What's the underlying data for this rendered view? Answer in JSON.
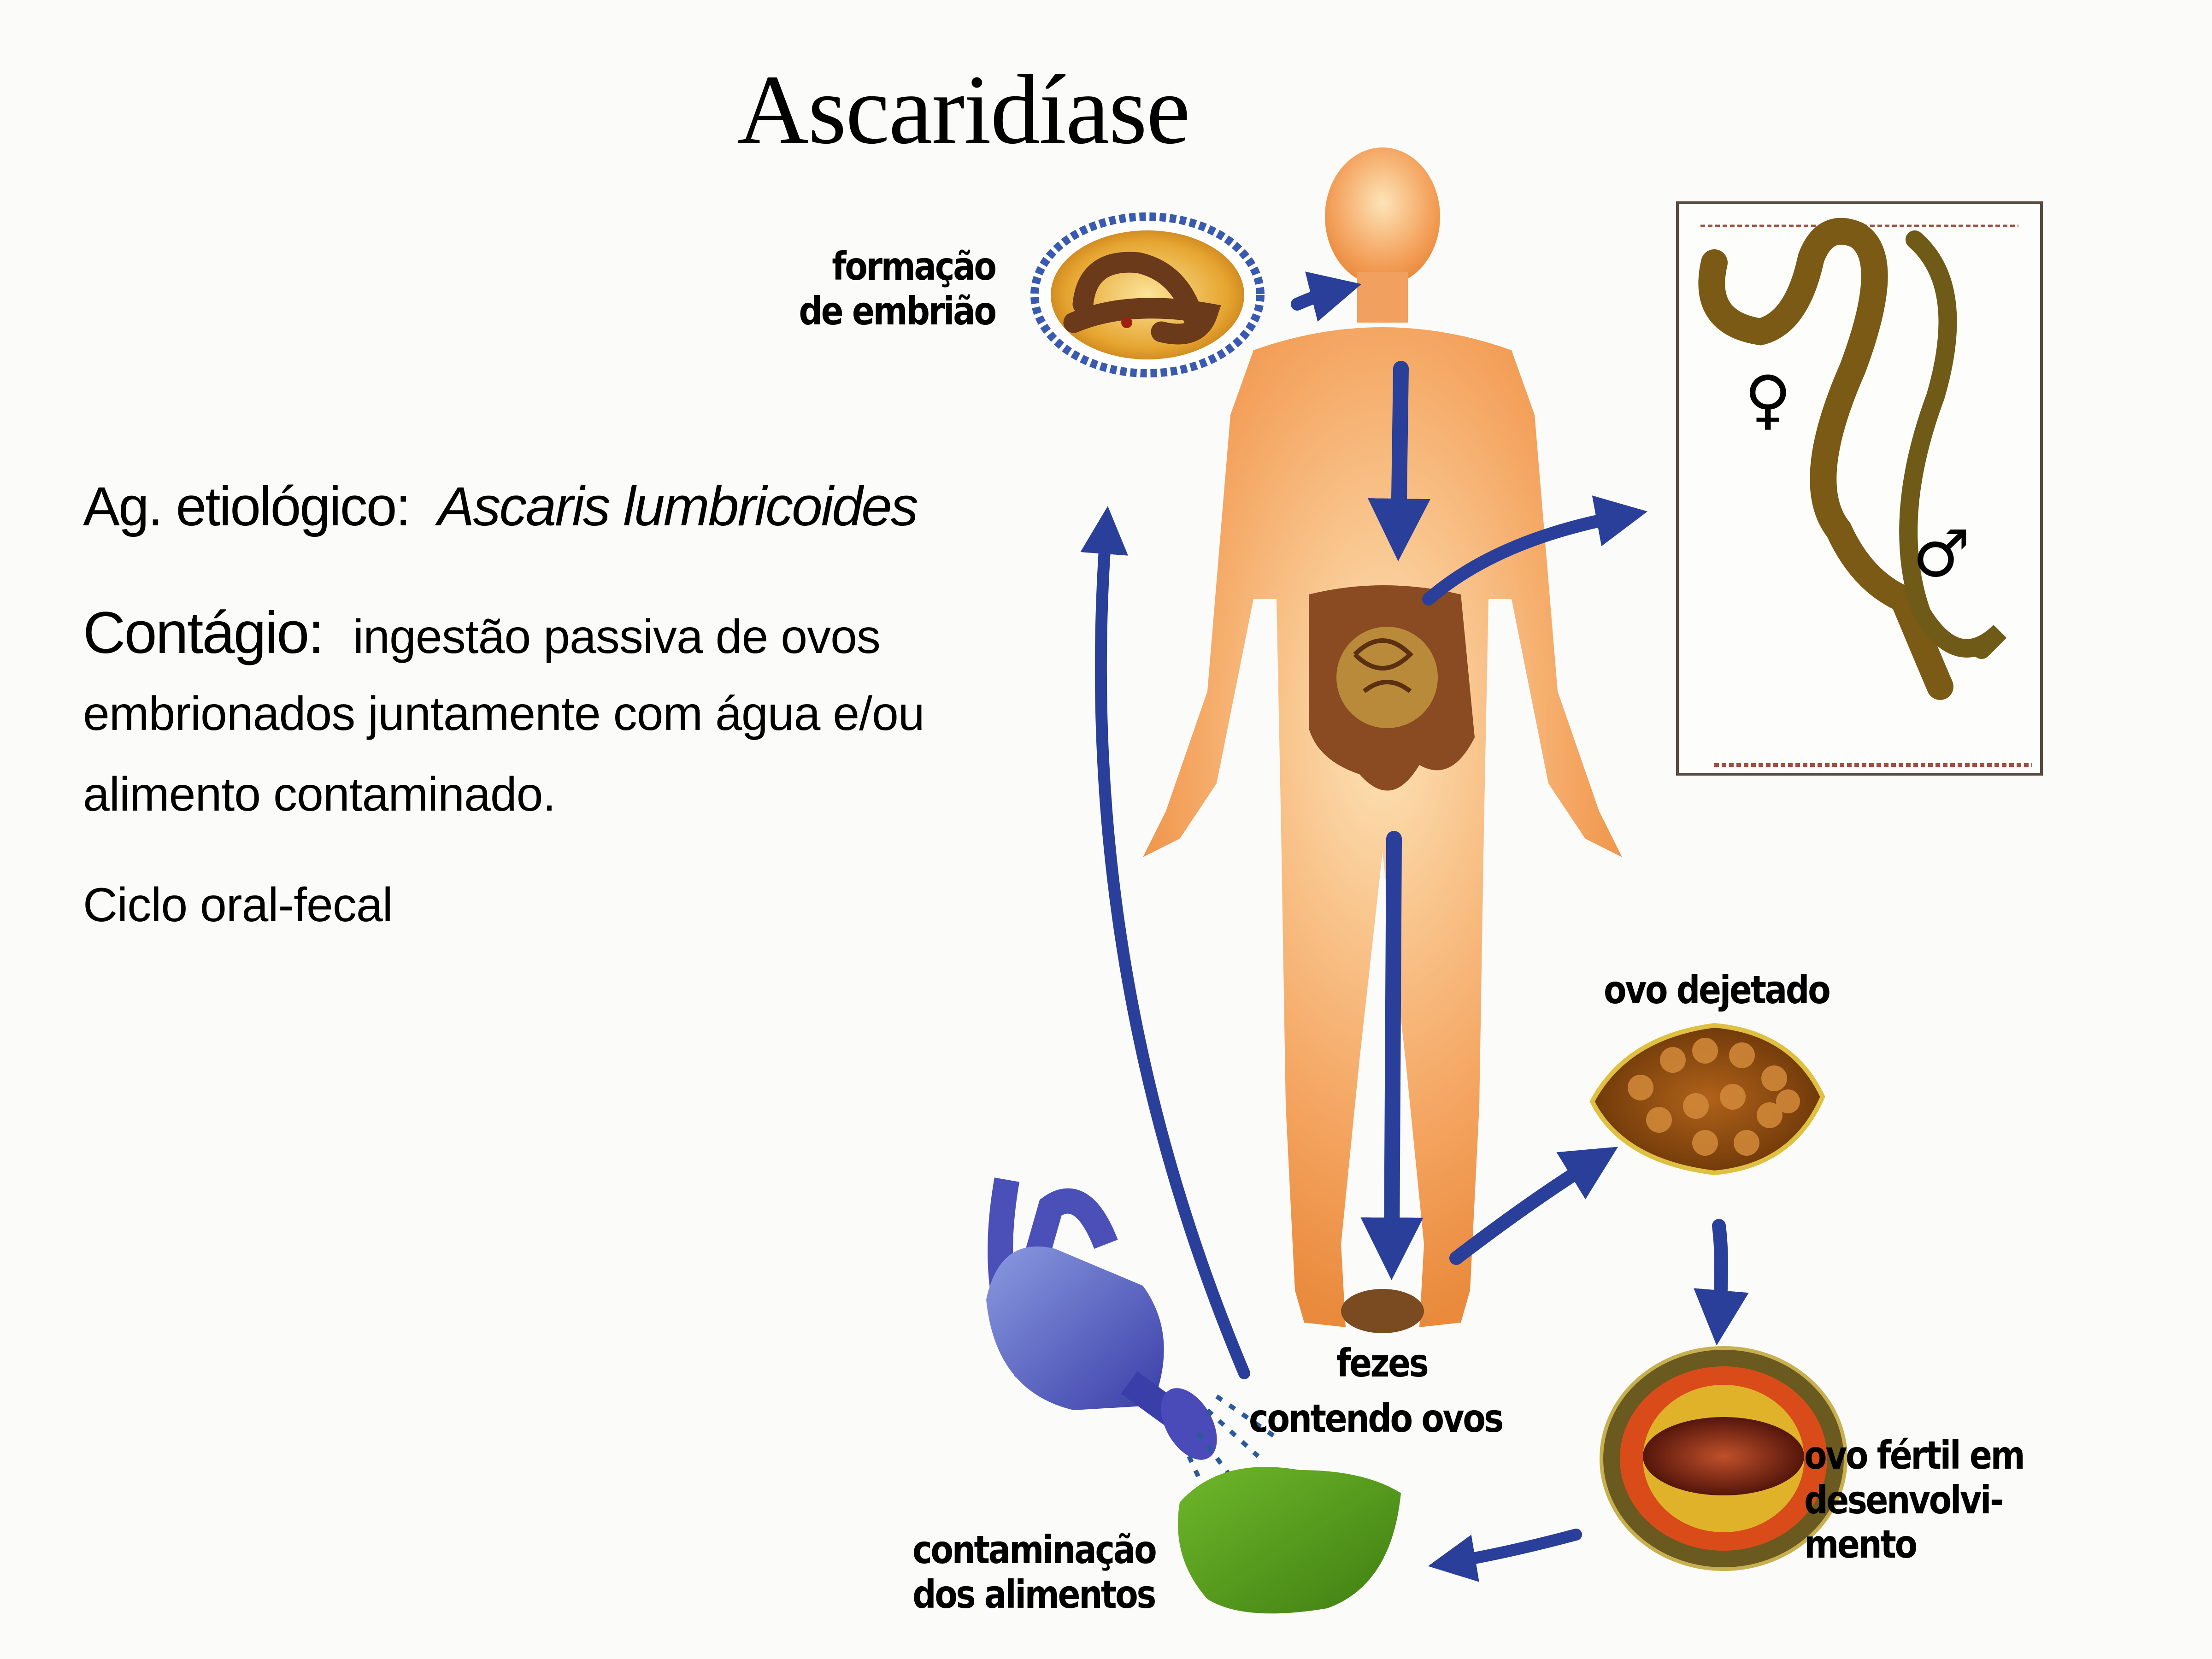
{
  "title": "Ascaridíase",
  "info": {
    "agent_label": "Ag. etiológico:",
    "agent_value": "Ascaris lumbricoides",
    "contagio_label": "Contágio:",
    "contagio_lines": [
      "ingestão passiva de ovos",
      "embrionados juntamente com água e/ou",
      "alimento contaminado."
    ],
    "cycle": "Ciclo oral-fecal"
  },
  "diagram": {
    "stages": {
      "embryo": [
        "formação",
        "de embrião"
      ],
      "adult_worms": {
        "female_symbol": "♀",
        "male_symbol": "♂"
      },
      "feces": [
        "fezes",
        "contendo ovos"
      ],
      "egg_laid": [
        "ovo dejetado"
      ],
      "egg_developing": [
        "ovo fértil em",
        "desenvolvi-",
        "mento"
      ],
      "food_contamination": [
        "contaminação",
        "dos alimentos"
      ]
    },
    "colors": {
      "arrow": "#2a3f9a",
      "body": "#f0a060",
      "worm": "#7a5a14",
      "food": "#5a9a1e",
      "watering_can": "#5560c0",
      "egg_shell": "#c04010"
    }
  }
}
